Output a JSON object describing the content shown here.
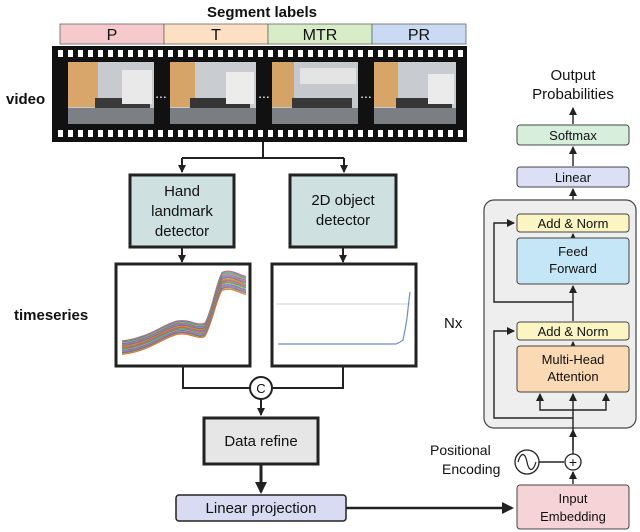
{
  "segment_header": "Segment labels",
  "segments": [
    {
      "label": "P",
      "color": "#f6c9cc"
    },
    {
      "label": "T",
      "color": "#fde0c4"
    },
    {
      "label": "MTR",
      "color": "#d8ecc8"
    },
    {
      "label": "PR",
      "color": "#c9daf2"
    }
  ],
  "labels": {
    "video": "video",
    "timeseries": "timeseries",
    "nx": "Nx",
    "concat": "C",
    "positional": [
      "Positional",
      "Encoding"
    ],
    "plus": "+"
  },
  "detectors": {
    "hand": [
      "Hand",
      "landmark",
      "detector"
    ],
    "object": [
      "2D object",
      "detector"
    ]
  },
  "left_blocks": {
    "data_refine": "Data refine",
    "linear_projection": "Linear projection"
  },
  "transformer": {
    "output": [
      "Output",
      "Probabilities"
    ],
    "softmax": "Softmax",
    "linear": "Linear",
    "add_norm_top": "Add & Norm",
    "feed_forward": [
      "Feed",
      "Forward"
    ],
    "add_norm_bottom": "Add & Norm",
    "attention": [
      "Multi-Head",
      "Attention"
    ],
    "input_embedding": [
      "Input",
      "Embedding"
    ]
  },
  "ellipsis": "...",
  "colors": {
    "detector_fill": "#cfe0e0",
    "grey_fill": "#e6e6e6",
    "linear_proj_fill": "#d9dbf2",
    "output_fill": "#d8eedd",
    "linear_fill": "#dcdff6",
    "addnorm_fill": "#fbf4c3",
    "feedforward_fill": "#c5e6f6",
    "attention_fill": "#fbd9b5",
    "embedding_fill": "#f6d3d6",
    "panel_fill": "#eeeeee",
    "timeseries_line": "#6b8fcf"
  }
}
